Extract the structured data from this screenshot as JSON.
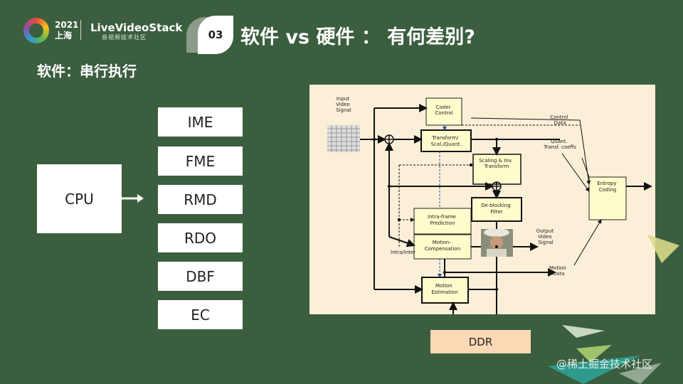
{
  "header": {
    "logo_year": "2021",
    "logo_city": "上海",
    "brand_name": "LiveVideoStack",
    "brand_sub": "音视频技术社区",
    "section_number": "03",
    "title": "软件 vs 硬件 ： 有何差别?"
  },
  "subtitle": "软件：串行执行",
  "cpu_label": "CPU",
  "stages": [
    "IME",
    "FME",
    "RMD",
    "RDO",
    "DBF",
    "EC"
  ],
  "diagram": {
    "input_label": [
      "Input",
      "Video",
      "Signal"
    ],
    "coder_control": [
      "Coder",
      "Control"
    ],
    "transform_quant": [
      "Transform/",
      "Scal./Quant."
    ],
    "scaling_inv": [
      "Scaling & Inv.",
      "Transform"
    ],
    "deblocking": [
      "De-blocking",
      "Filter"
    ],
    "intra_pred": [
      "Intra-frame",
      "Prediction"
    ],
    "motion_comp": [
      "Motion-",
      "Compensation"
    ],
    "motion_est": [
      "Motion",
      "Estimation"
    ],
    "entropy": [
      "Entropy",
      "Coding"
    ],
    "control_data": [
      "Control",
      "Data"
    ],
    "quant_coeffs": [
      "Quant.",
      "Transf. coeffs"
    ],
    "output_video": [
      "Output",
      "Video",
      "Signal"
    ],
    "motion_data": [
      "Motion",
      "Data"
    ],
    "intra_inter": "Intra/Inter"
  },
  "ddr_label": "DDR",
  "watermark": "@稀土掘金技术社区",
  "colors": {
    "background": "#3b5e3f",
    "diagram_bg": "#fbefd8",
    "block_fill": "#fffccc",
    "ddr_fill": "#fcd9b4"
  }
}
